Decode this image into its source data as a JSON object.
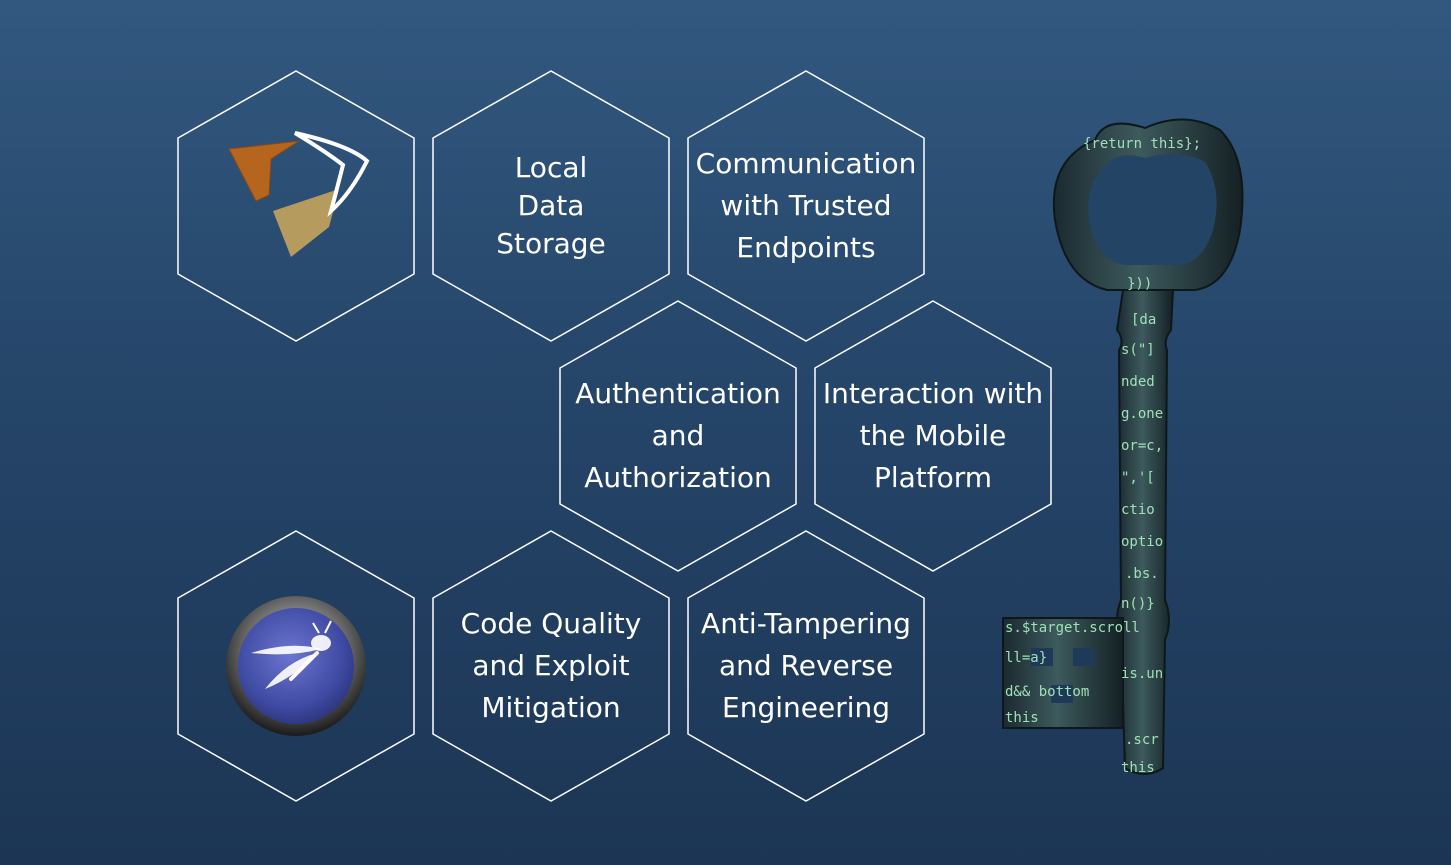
{
  "hexagons": {
    "local_data_storage": "Local\nData\nStorage",
    "communication": "Communication\nwith Trusted\nEndpoints",
    "authentication": "Authentication\nand\nAuthorization",
    "interaction": "Interaction with\nthe Mobile\nPlatform",
    "code_quality": "Code Quality\nand Exploit\nMitigation",
    "anti_tampering": "Anti-Tampering\nand Reverse\nEngineering"
  },
  "key_code": [
    "{return this};",
    "}))",
    "[da",
    "s(\"]",
    "nded",
    "g.one",
    "or=c,",
    "\",'[",
    "ctio",
    "optio",
    ".bs.",
    "n()}",
    "s.$target.scroll",
    "ll=a}",
    "is.un",
    "d&& bottom",
    "this",
    ".scr",
    "this"
  ],
  "colors": {
    "hex_stroke": "#ffffff",
    "logo_orange": "#b5651d",
    "logo_gold": "#b59b5e",
    "owasp_blue": "#3f4aa3",
    "code_green": "#9fe0b8"
  }
}
